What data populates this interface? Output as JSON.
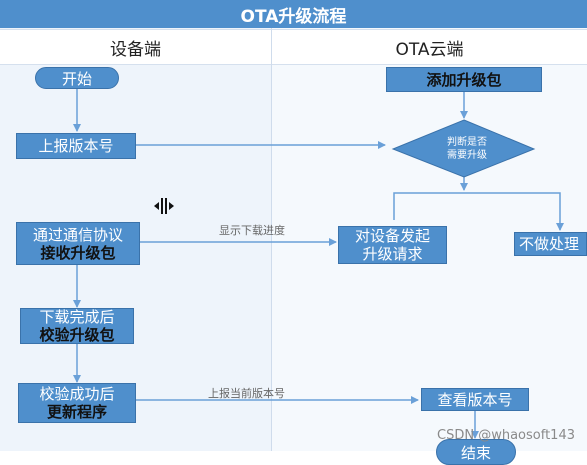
{
  "title": "OTA升级流程",
  "lanes": {
    "device": "设备端",
    "cloud": "OTA云端"
  },
  "nodes": {
    "start": "开始",
    "report_version": "上报版本号",
    "receive_line1": "通过通信协议",
    "receive_line2": "接收升级包",
    "verify_line1": "下载完成后",
    "verify_line2": "校验升级包",
    "update_line1": "校验成功后",
    "update_line2": "更新程序",
    "add_package": "添加升级包",
    "decision_line1": "判断是否",
    "decision_line2": "需要升级",
    "send_request_line1": "对设备发起",
    "send_request_line2": "升级请求",
    "no_action": "不做处理",
    "check_version": "查看版本号",
    "end": "结束"
  },
  "edge_labels": {
    "show_progress": "显示下载进度",
    "report_current_version": "上报当前版本号"
  },
  "watermark": "CSDN @whaosoft143",
  "colors": {
    "node_fill": "#4f8fcc",
    "node_border": "#3a72aa",
    "edge": "#6aa0d8"
  },
  "icons": {
    "cursor": "column-resize-cursor-icon"
  }
}
